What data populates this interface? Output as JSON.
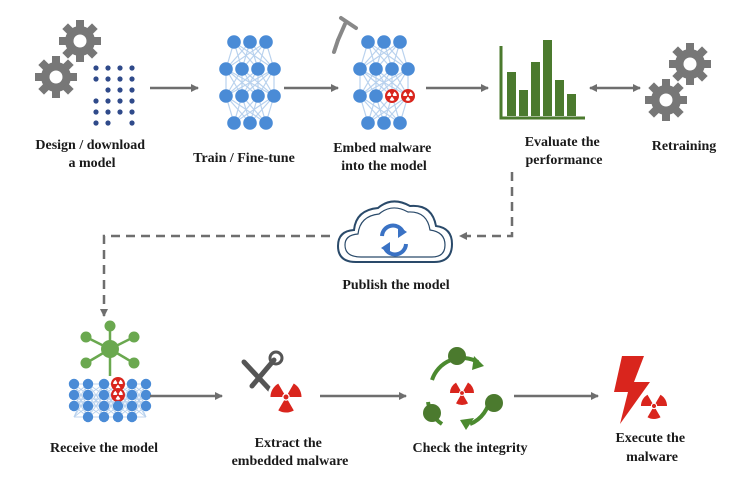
{
  "steps": {
    "design": [
      "Design / download",
      "a model"
    ],
    "train": [
      "Train / Fine-tune"
    ],
    "embed": [
      "Embed malware",
      "into the model"
    ],
    "evaluate": [
      "Evaluate the",
      "performance"
    ],
    "retraining": [
      "Retraining"
    ],
    "publish": [
      "Publish the model"
    ],
    "receive": [
      "Receive the model"
    ],
    "extract": [
      "Extract the",
      "embedded malware"
    ],
    "check": [
      "Check the integrity"
    ],
    "execute": [
      "Execute the",
      "malware"
    ]
  },
  "colors": {
    "node_blue": "#4a8bd6",
    "edge_blue": "#b9d2ee",
    "gear_gray": "#777777",
    "dot_navy": "#2f4a8a",
    "chart_green": "#4b7a2e",
    "hub_green": "#6aa84f",
    "danger_red": "#d9251d",
    "arrow_gray": "#6e6e6e",
    "cloud_stroke": "#2a4a6a",
    "sync_blue": "#3a72c4"
  },
  "icons": [
    "gear-icon",
    "network-icon",
    "syringe-icon",
    "bar-chart-icon",
    "cloud-sync-icon",
    "tools-icon",
    "radiation-icon",
    "cycle-icon",
    "lightning-icon"
  ]
}
